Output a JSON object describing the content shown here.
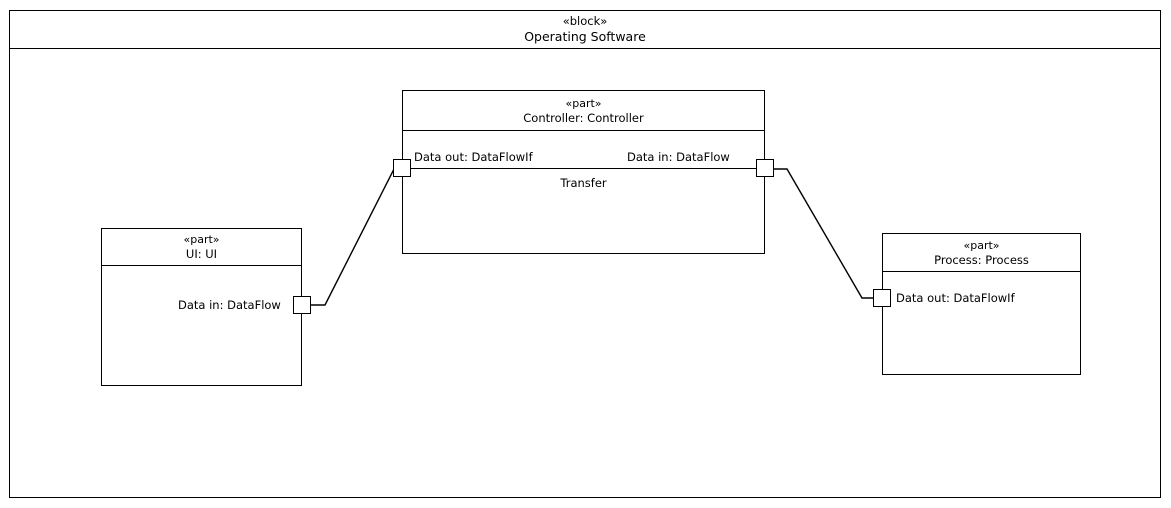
{
  "diagram": {
    "type": "sysml-internal-block-diagram",
    "title": "Operating Software internal block diagram",
    "colors": {
      "stroke": "#000000",
      "fill": "#ffffff",
      "text": "#000000"
    }
  },
  "outer_block": {
    "stereotype": "«block»",
    "name": "Operating Software"
  },
  "parts": [
    {
      "id": "ui",
      "stereotype": "«part»",
      "name": "UI: UI",
      "ports": [
        {
          "id": "ui-data-in",
          "label": "Data in: DataFlow",
          "side": "right"
        }
      ]
    },
    {
      "id": "controller",
      "stereotype": "«part»",
      "name": "Controller: Controller",
      "compartment_label": "Transfer",
      "ports": [
        {
          "id": "controller-data-out",
          "label": "Data out: DataFlowIf",
          "side": "left"
        },
        {
          "id": "controller-data-in",
          "label": "Data in: DataFlow",
          "side": "right"
        }
      ]
    },
    {
      "id": "process",
      "stereotype": "«part»",
      "name": "Process: Process",
      "ports": [
        {
          "id": "process-data-out",
          "label": "Data out: DataFlowIf",
          "side": "left"
        }
      ]
    }
  ],
  "connectors": [
    {
      "id": "connector-ui-controller",
      "from": "ui-data-in",
      "to": "controller-data-out"
    },
    {
      "id": "connector-controller-process",
      "from": "controller-data-in",
      "to": "process-data-out"
    }
  ]
}
